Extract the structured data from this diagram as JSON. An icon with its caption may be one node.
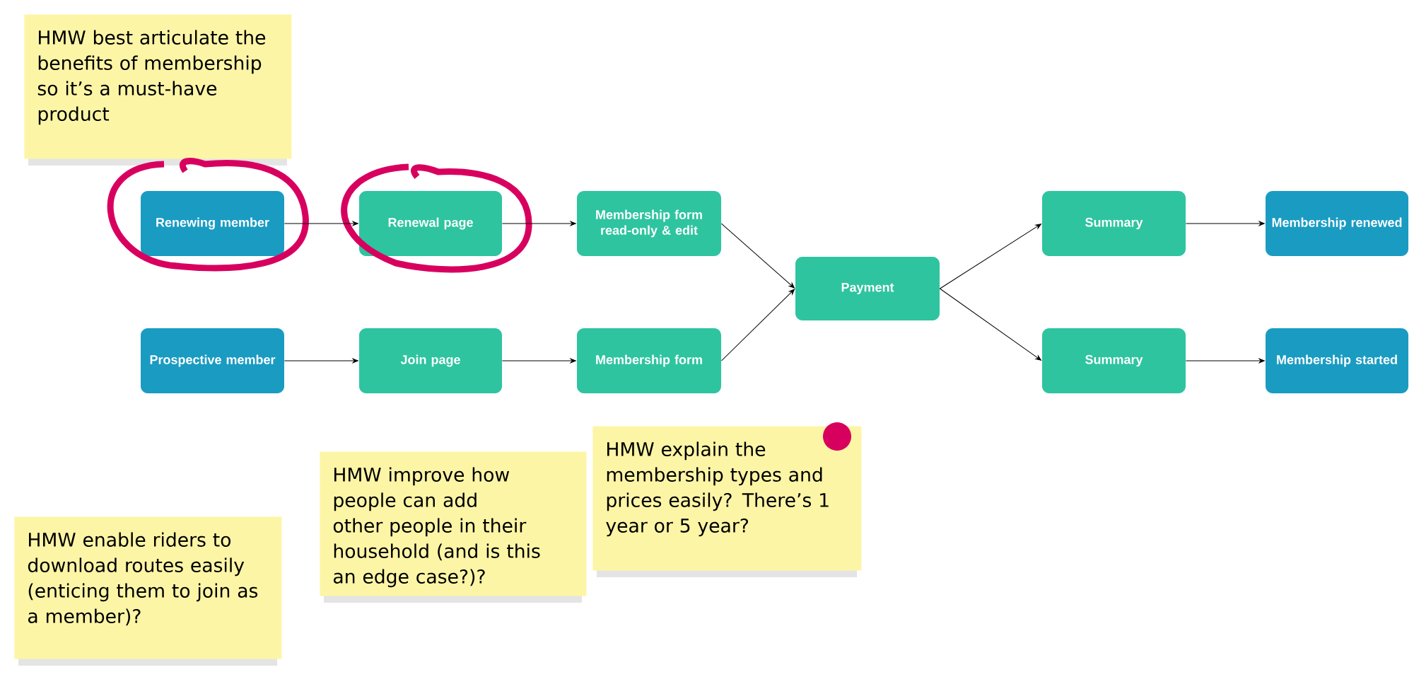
{
  "diagram": {
    "nodes": [
      {
        "text": [
          "HMW best articulate the benefits of membership so it’s a must-have product"
        ]
      },
      {
        "text": [
          "Renewing member"
        ]
      },
      {
        "text": [
          "Renewal page"
        ]
      },
      {
        "text": [
          "Membership form read-only & edit"
        ]
      },
      {
        "text": [
          "Summary"
        ]
      },
      {
        "text": [
          "Membership renewed"
        ]
      },
      {
        "text": [
          "Payment"
        ]
      },
      {
        "text": [
          "Prospective member"
        ]
      },
      {
        "text": [
          "Join page"
        ]
      },
      {
        "text": [
          "Membership form"
        ]
      },
      {
        "text": [
          "Summary"
        ]
      },
      {
        "text": [
          "Membership started"
        ]
      },
      {
        "text": [
          "HMW improve how people can add other people in their household (and is this an edge case?)?"
        ]
      },
      {
        "text": [
          "HMW explain the membership types and prices easily? There’s 1 year or 5 year?"
        ]
      },
      {
        "text": [
          "HMW enable riders to download routes easily (enticing them to join as a member)?"
        ]
      }
    ],
    "edges": [
      {
        "from": 1,
        "to": 2,
        "arrow": "to"
      },
      {
        "from": 2,
        "to": 3,
        "arrow": "to"
      },
      {
        "from": 3,
        "to": 6,
        "arrow": "to"
      },
      {
        "from": 6,
        "to": 4,
        "arrow": "to"
      },
      {
        "from": 4,
        "to": 5,
        "arrow": "to"
      },
      {
        "from": 7,
        "to": 8,
        "arrow": "to"
      },
      {
        "from": 8,
        "to": 9,
        "arrow": "to"
      },
      {
        "from": 9,
        "to": 6,
        "arrow": "to"
      },
      {
        "from": 6,
        "to": 10,
        "arrow": "to"
      },
      {
        "from": 10,
        "to": 11,
        "arrow": "to"
      }
    ]
  }
}
